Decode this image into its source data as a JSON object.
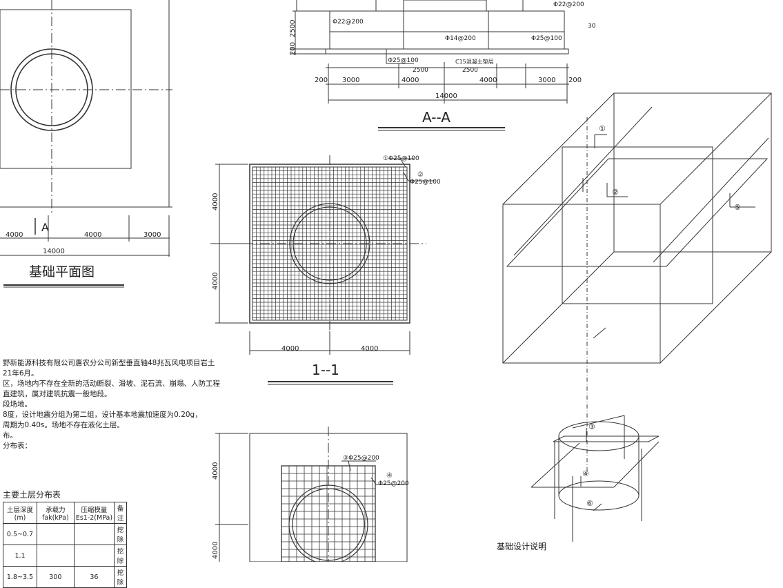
{
  "section_aa": {
    "title": "A--A",
    "dims_top": [
      "200",
      "3000",
      "4000",
      "4000",
      "3000",
      "200"
    ],
    "overall": "14000",
    "left_dims": [
      "2500",
      "200"
    ],
    "top_sub_dims": [
      "2500",
      "2500"
    ],
    "rebar_labels": [
      "Φ22@200",
      "Φ14@200",
      "Φ25@100",
      "Φ25@100",
      "Φ22@200"
    ],
    "concrete_label": "C15混凝土垫层",
    "right_note": "30"
  },
  "plan": {
    "title": "基础平面图",
    "section_marker": "A",
    "dims": [
      "4000",
      "4000",
      "3000"
    ],
    "overall": "14000"
  },
  "section_11": {
    "title": "1--1",
    "left_dims": [
      "4000",
      "4000"
    ],
    "bottom_dims": [
      "4000",
      "4000"
    ],
    "rebar_1": "①Φ25@100",
    "rebar_2": "②",
    "rebar_2_spec": "Φ25@100"
  },
  "section_bottom": {
    "left_dims": [
      "4000",
      "4000"
    ],
    "rebar_3": "③Φ25@200",
    "rebar_4": "④",
    "rebar_4_spec": "Φ25@200"
  },
  "iso": {
    "markers": [
      "①",
      "②",
      "⑤"
    ]
  },
  "iso_cyl": {
    "markers": [
      "③",
      "④",
      "⑥"
    ]
  },
  "notes": {
    "lines": [
      "野新能源科技有限公司惠农分公司新型垂直轴48兆瓦风电项目岩土",
      "21年6月。",
      "区，场地内不存在全新的活动断裂、滑坡、泥石流、崩塌、人防工程",
      "直建筑，属对建筑抗震一般地段。",
      "段场地。",
      "8度，设计地震分组为第二组，设计基本地震加速度为0.20g，",
      "周期为0.40s。场地不存在液化土层。",
      "布。",
      "",
      "分布表："
    ]
  },
  "soil_table": {
    "title": "主要土层分布表",
    "headers": [
      "土层深度(m)",
      "承载力fak(kPa)",
      "压缩模量Es1-2(MPa)",
      "备注"
    ],
    "rows": [
      [
        "0.5~0.7",
        "",
        "",
        "挖除"
      ],
      [
        "1.1",
        "",
        "",
        "挖除"
      ],
      [
        "1.8~3.5",
        "300",
        "36",
        "挖除"
      ]
    ]
  },
  "design_notes_title": "基础设计说明"
}
